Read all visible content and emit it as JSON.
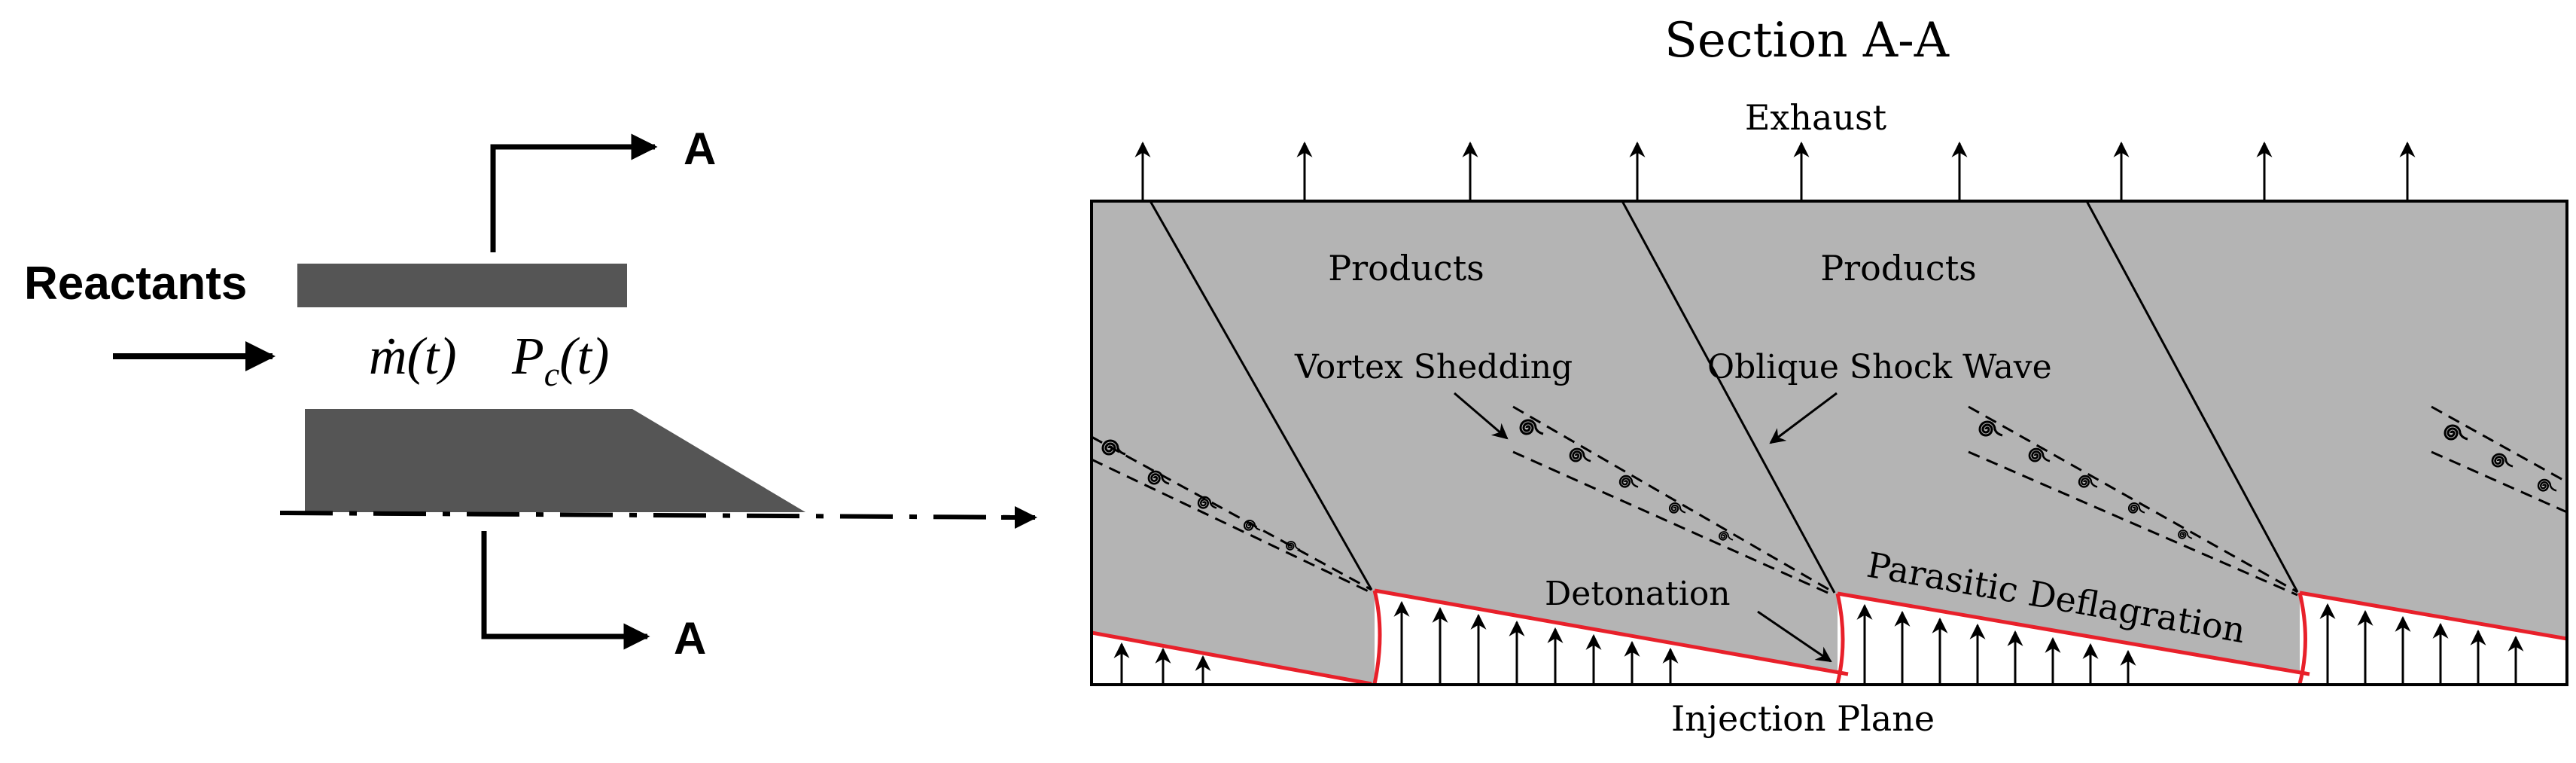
{
  "left_diagram": {
    "reactants_label": "Reactants",
    "mass_flow_label": "ṁ(t)",
    "pressure_label": "P",
    "pressure_subscript": "c",
    "pressure_arg": "(t)",
    "section_marker_top": "A",
    "section_marker_bottom": "A"
  },
  "right_diagram": {
    "title": "Section A-A",
    "exhaust_label": "Exhaust",
    "injection_plane_label": "Injection Plane",
    "products_label_1": "Products",
    "products_label_2": "Products",
    "vortex_shedding_label": "Vortex Shedding",
    "oblique_shock_label": "Oblique Shock Wave",
    "detonation_label": "Detonation",
    "parasitic_deflagration_label": "Parasitic Deflagration"
  },
  "colors": {
    "chamber_fill": "#b4b4b4",
    "hardware_fill": "#555555",
    "deflagration_line": "#e8202a",
    "line": "#000000"
  },
  "icons": [
    "arrow-right-icon",
    "arrow-up-icon",
    "vortex-spiral-icon"
  ]
}
